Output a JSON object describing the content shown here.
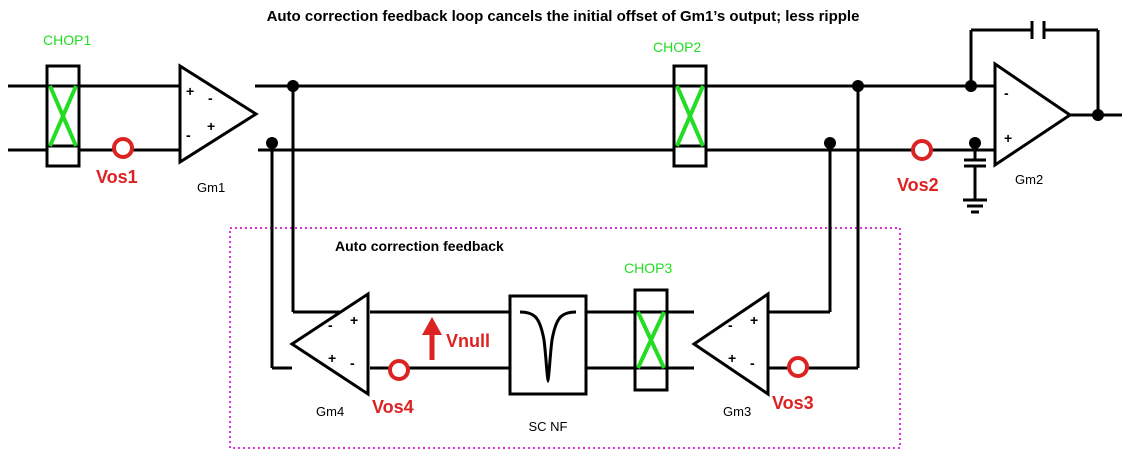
{
  "title": "Auto correction feedback loop cancels the initial offset of Gm1’s output; less ripple",
  "feedback_box_label": "Auto correction feedback",
  "choppers": {
    "chop1": "CHOP1",
    "chop2": "CHOP2",
    "chop3": "CHOP3"
  },
  "amplifiers": {
    "gm1": "Gm1",
    "gm2": "Gm2",
    "gm3": "Gm3",
    "gm4": "Gm4"
  },
  "offsets": {
    "vos1": "Vos1",
    "vos2": "Vos2",
    "vos3": "Vos3",
    "vos4": "Vos4"
  },
  "vnull_label": "Vnull",
  "notch_filter_label": "SC NF",
  "signs": {
    "plus": "+",
    "minus": "-"
  },
  "colors": {
    "chopper_x": "#22dd22",
    "offset_marker": "#dd2222",
    "feedback_box": "#dd33dd",
    "wire": "#000000"
  }
}
